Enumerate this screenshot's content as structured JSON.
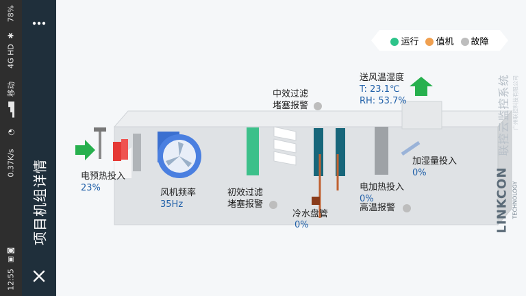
{
  "status_bar": {
    "time": "12:55",
    "speed": "0.37K/s",
    "carrier": "移动",
    "network": "4G HD",
    "battery": "78%"
  },
  "header": {
    "title": "项目机组详情",
    "close_icon": "close-icon",
    "more_icon": "more-icon"
  },
  "legend": {
    "items": [
      {
        "label": "运行",
        "color": "#2ec48a"
      },
      {
        "label": "值机",
        "color": "#f0a050"
      },
      {
        "label": "故障",
        "color": "#bdbdbd"
      }
    ]
  },
  "unit": {
    "supply_air": {
      "label": "送风温湿度",
      "temp": "T: 23.1℃",
      "rh": "RH: 53.7%"
    },
    "medium_filter": {
      "line1": "中效过滤",
      "line2": "堵塞报警"
    },
    "preheat": {
      "label": "电预热投入",
      "value": "23%"
    },
    "fan": {
      "label": "风机频率",
      "value": "35Hz"
    },
    "primary_filter": {
      "line1": "初效过滤",
      "line2": "堵塞报警"
    },
    "cooling_coil": {
      "label": "冷水盘管",
      "value": "0%"
    },
    "electric_heat": {
      "label": "电加热投入",
      "value": "0%"
    },
    "high_temp": {
      "label": "高温报警"
    },
    "humidify": {
      "label": "加湿量投入",
      "value": "0%"
    }
  },
  "brand": {
    "cn": "联控云监控系统",
    "name": "LINKCON",
    "sub": "TECHNOLOGY",
    "company": "广州联控科技有限公司"
  },
  "colors": {
    "alarm_dot": "#bdbdbd",
    "arrow": "#27b04e",
    "value_text": "#1f5fa8"
  }
}
